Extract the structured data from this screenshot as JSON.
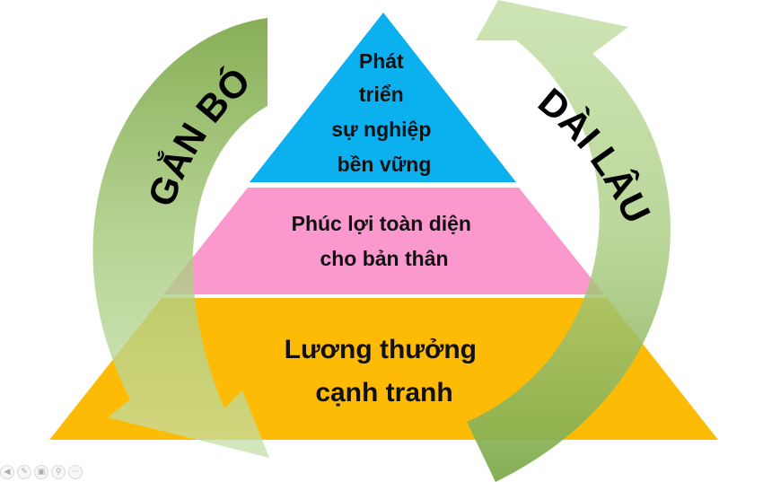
{
  "pyramid": {
    "top": {
      "lines": [
        "Phát",
        "triển",
        "sự nghiệp",
        "bền vững"
      ],
      "color": "#0bb0ef"
    },
    "middle": {
      "lines": [
        "Phúc lợi toàn diện",
        "cho bản thân"
      ],
      "color": "#fb99cf"
    },
    "bottom": {
      "lines": [
        "Lương thưởng",
        "cạnh tranh"
      ],
      "color": "#fdbb06"
    }
  },
  "arrows": {
    "left_label": "GẮN BÓ",
    "right_label": "DÀI LÂU",
    "color_light": "#c6e0a8",
    "color_dark": "#7faa4c"
  },
  "toolbar": {
    "icons": [
      "arrow-left-icon",
      "pen-icon",
      "slides-icon",
      "zoom-icon",
      "more-icon"
    ]
  }
}
